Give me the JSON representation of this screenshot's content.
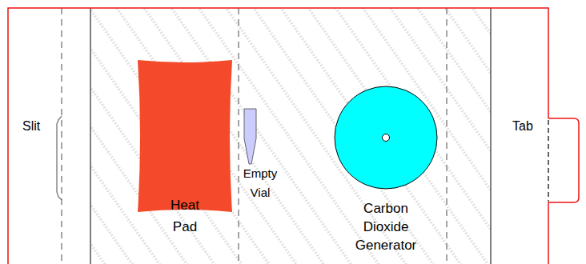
{
  "diagram": {
    "nodes": [
      {
        "text": [
          "Heat Pad"
        ]
      },
      {
        "text": [
          "Empty Vial"
        ]
      },
      {
        "text": [
          "Carbon Dioxide Generator"
        ]
      }
    ],
    "labels": [
      "Slit",
      "Tab"
    ]
  }
}
